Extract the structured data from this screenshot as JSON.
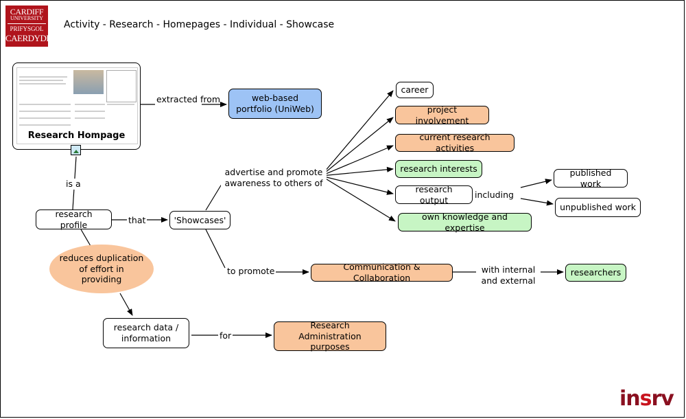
{
  "header": {
    "logo": {
      "line1": "CARDIFF",
      "line2": "UNIVERSITY",
      "line3": "PRIFYSGOL",
      "line4": "CAERDYDD"
    },
    "title": "Activity - Research - Homepages - Individual - Showcase"
  },
  "nodes": {
    "research_hompage": "Research Hompage",
    "web_portfolio": "web-based portfolio (UniWeb)",
    "research_profile": "research profile",
    "showcases": "'Showcases'",
    "reduces": "reduces duplication of effort in providing",
    "research_data": "research data / information",
    "research_admin": "Research Administration purposes",
    "career": "career",
    "project_involvement": "project involvement",
    "current_research": "current research activities",
    "research_interests": "research interests",
    "research_output": "research output",
    "own_knowledge": "own knowledge and expertise",
    "published_work": "published work",
    "unpublished_work": "unpublished work",
    "comm_collab": "Communication & Collaboration",
    "researchers": "researchers"
  },
  "links": {
    "extracted_from": "extracted from",
    "is_a": "is a",
    "that": "that",
    "advertise": "advertise and promote awareness to others of",
    "to_promote": "to promote",
    "for": "for",
    "including": "including",
    "with_internal": "with internal and external"
  },
  "footer": {
    "brand_a": "in",
    "brand_b": "s",
    "brand_c": "rv"
  },
  "colors": {
    "blue": "#9dc3f5",
    "orange": "#f9c59c",
    "green": "#c7f5c4",
    "logo": "#b0141c"
  }
}
